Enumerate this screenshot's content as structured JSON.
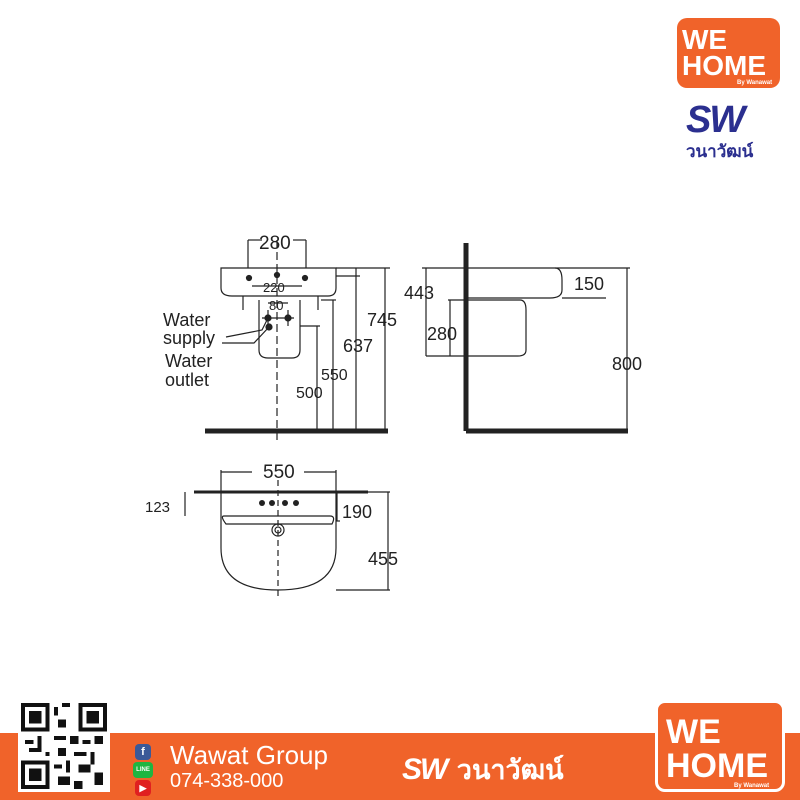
{
  "brand": {
    "we_line1": "WE",
    "we_line2": "HOME",
    "we_byline": "By Wanawat",
    "sv_mark": "SW",
    "sv_thai": "วนาวัฒน์"
  },
  "front_view": {
    "labels": {
      "water_supply_line1": "Water",
      "water_supply_line2": "supply",
      "water_outlet_line1": "Water",
      "water_outlet_line2": "outlet"
    },
    "dimensions": {
      "top_width": "280",
      "hole_span": "220",
      "hole_center": "80",
      "overall_height": "745",
      "rim_height": "637",
      "mid_height": "550",
      "supply_height": "500"
    }
  },
  "side_view": {
    "dimensions": {
      "top_offset": "443",
      "bowl_depth": "150",
      "pedestal_height": "280",
      "overall_height": "800"
    }
  },
  "plan_view": {
    "dimensions": {
      "width": "550",
      "rear_depth": "123",
      "front_depth": "190",
      "overall_depth": "455"
    }
  },
  "footer": {
    "company": "Wawat Group",
    "phone": "074-338-000",
    "facebook_glyph": "f",
    "line_glyph": "LINE",
    "youtube_glyph": "▶",
    "sv_mark": "SW",
    "sv_thai": "วนาวัฒน์"
  },
  "colors": {
    "accent": "#f0632a",
    "sv_blue": "#2b2f8f",
    "line": "#222222"
  }
}
